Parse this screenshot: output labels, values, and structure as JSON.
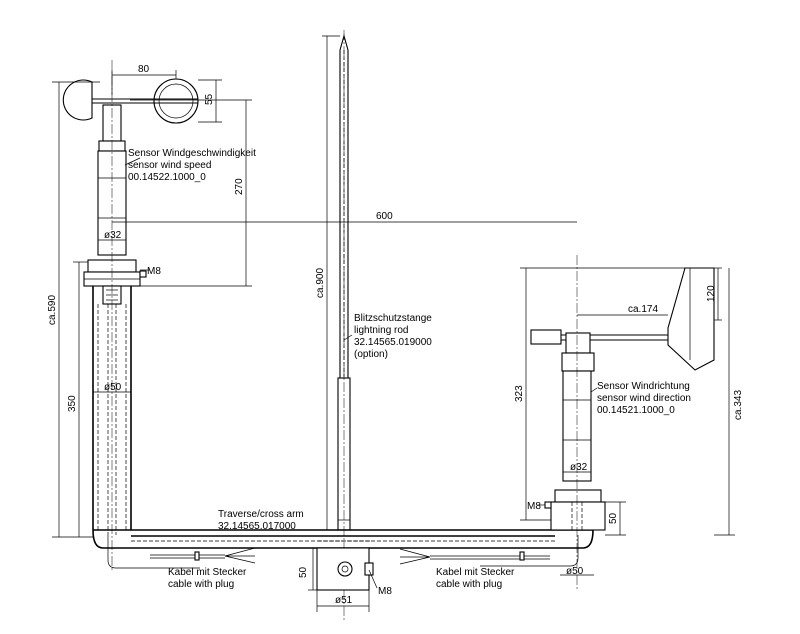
{
  "dimensions": {
    "cup_spacing": "80",
    "cup_height": "55",
    "sensor_height": "270",
    "arm_length": "600",
    "pole_diameter_left": "ø32",
    "mount_diameter_left": "ø50",
    "overall_left": "ca.590",
    "lower_left": "350",
    "rod_height": "ca.900",
    "vane_length": "ca.174",
    "vane_height": "120",
    "dir_sensor_height": "323",
    "overall_right": "ca.343",
    "pole_diameter_right": "ø32",
    "base_height_right": "50",
    "mount_diameter_right": "ø50",
    "center_block_height": "50",
    "center_block_diameter": "ø51"
  },
  "labels": {
    "wind_speed": [
      "Sensor Windgeschwindigkeit",
      "sensor wind speed",
      "00.14522.1000_0"
    ],
    "lightning_rod": [
      "Blitzschutzstange",
      "lightning rod",
      "32.14565.019000",
      "(option)"
    ],
    "wind_direction": [
      "Sensor Windrichtung",
      "sensor wind direction",
      "00.14521.1000_0"
    ],
    "cross_arm": [
      "Traverse/cross arm",
      "32.14565.017000"
    ],
    "cable_left": [
      "Kabel mit Stecker",
      "cable with plug"
    ],
    "cable_right": [
      "Kabel mit Stecker",
      "cable with plug"
    ],
    "thread_left": "M8",
    "thread_right": "M8",
    "thread_center": "M8"
  }
}
